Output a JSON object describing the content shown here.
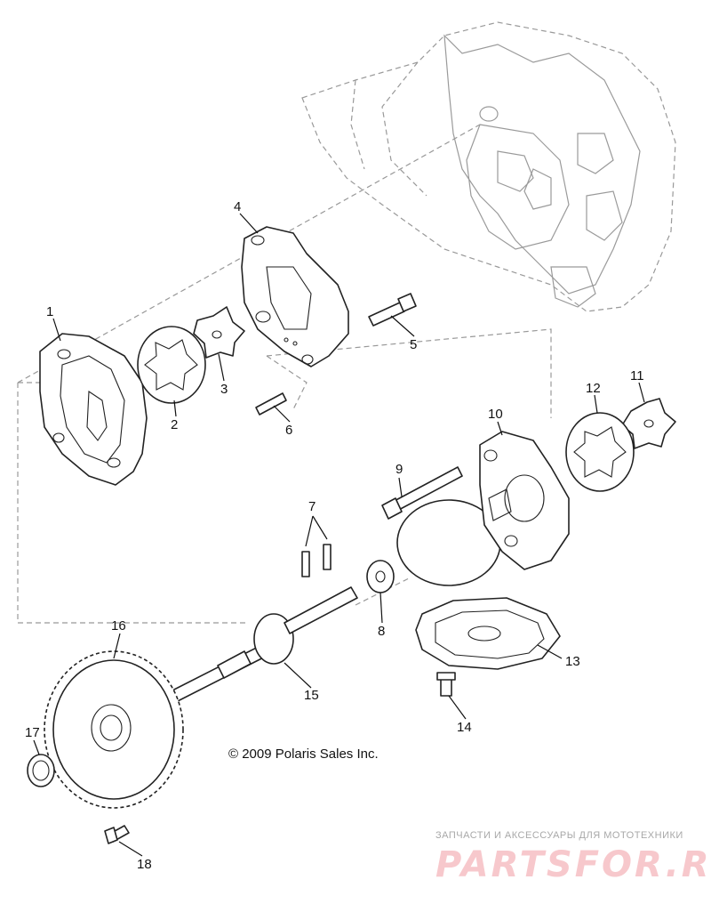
{
  "callouts": [
    "1",
    "2",
    "3",
    "4",
    "5",
    "6",
    "7",
    "8",
    "9",
    "10",
    "11",
    "12",
    "13",
    "14",
    "15",
    "16",
    "17",
    "18"
  ],
  "copyright": "© 2009 Polaris Sales Inc.",
  "watermark": {
    "tagline": "ЗАПЧАСТИ И АКСЕССУАРЫ ДЛЯ МОТОТЕХНИКИ",
    "logo": "PARTSFOR.RU"
  },
  "colors": {
    "line": "#222222",
    "ghost": "#999999",
    "watermark": "#f7c8cc"
  }
}
